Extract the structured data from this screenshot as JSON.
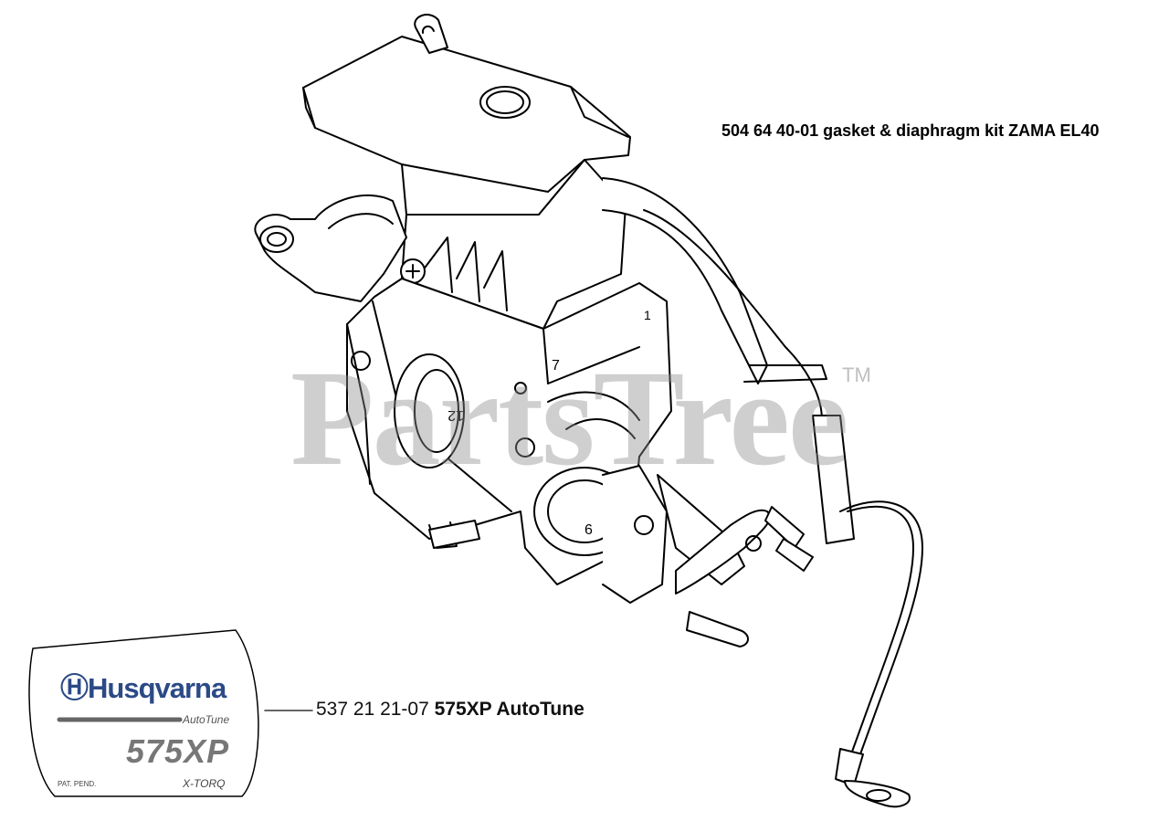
{
  "labels": {
    "kit": "504 64 40-01 gasket & diaphragm kit ZAMA EL40",
    "part_number": "537 21 21-07",
    "part_name": "575XP AutoTune"
  },
  "watermark": {
    "text": "PartsTree",
    "tm": "TM"
  },
  "decal": {
    "brand": "Husqvarna",
    "autotune": "AutoTune",
    "model": "575XP",
    "pat_pend": "PAT. PEND.",
    "xtorq": "X-TORQ"
  },
  "part_callouts": [
    "7",
    "12",
    "6",
    "1"
  ],
  "colors": {
    "line": "#000000",
    "brand_blue": "#2b4a86",
    "watermark_gray": "#8c8c8c"
  }
}
